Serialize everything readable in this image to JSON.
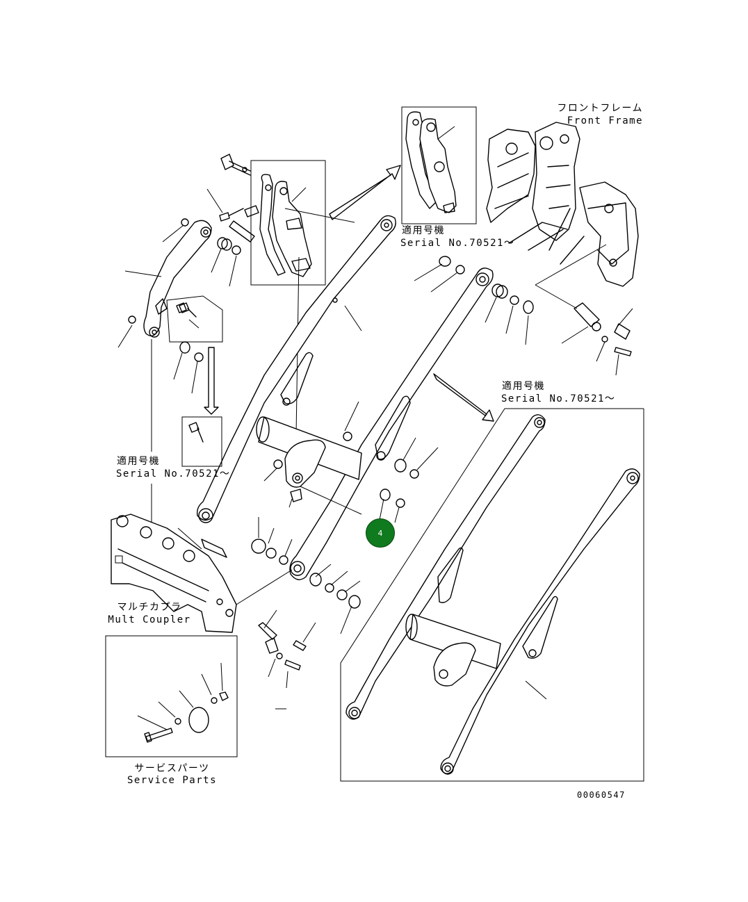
{
  "labels": {
    "front_frame_jp": "フロントフレーム",
    "front_frame_en": "Front Frame",
    "serial_top_jp": "適用号機",
    "serial_top_en": "Serial No.70521～",
    "serial_left_jp": "適用号機",
    "serial_left_en": "Serial No.70521～",
    "serial_right_jp": "適用号機",
    "serial_right_en": "Serial No.70521～",
    "coupler_jp": "マルチカプラ",
    "coupler_en": "Mult Coupler",
    "service_jp": "サービスパーツ",
    "service_en": "Service Parts",
    "drawing_no": "00060547"
  },
  "callout": {
    "number": "4",
    "color": "#0f7a1e"
  }
}
